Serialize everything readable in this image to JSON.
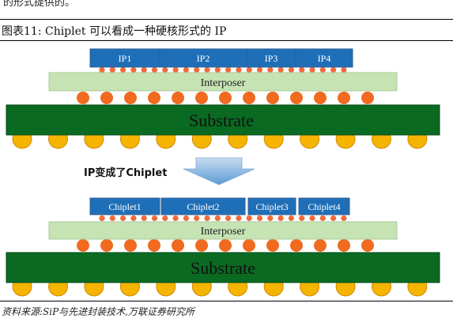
{
  "page": {
    "top_text": "的形式提供的。",
    "figure_caption": "图表11:  Chiplet 可以看成一种硬核形式的 IP",
    "source": "资料来源:SiP与先进封装技术,万联证券研究所"
  },
  "diagram": {
    "top_stack": {
      "chips": [
        "IP1",
        "IP2",
        "IP3",
        "IP4"
      ],
      "interposer_label": "Interposer",
      "substrate_label": "Substrate"
    },
    "transition_label": "IP变成了Chiplet",
    "bottom_stack": {
      "chips": [
        "Chiplet1",
        "Chiplet2",
        "Chiplet3",
        "Chiplet4"
      ],
      "interposer_label": "Interposer",
      "substrate_label": "Substrate"
    }
  },
  "colors": {
    "chip_fill": "#1f6fb8",
    "chip_border": "#2a5f99",
    "interposer_fill": "#c6e4b3",
    "interposer_border": "#a8c99a",
    "substrate_fill": "#0a6a22",
    "substrate_border": "#054a16",
    "microbump": "#ef6b3a",
    "c4_bump": "#f06a20",
    "bga_ball": "#f5b400",
    "bga_ball_border": "#d08a00",
    "arrow_fill": "#5b9bd5"
  }
}
